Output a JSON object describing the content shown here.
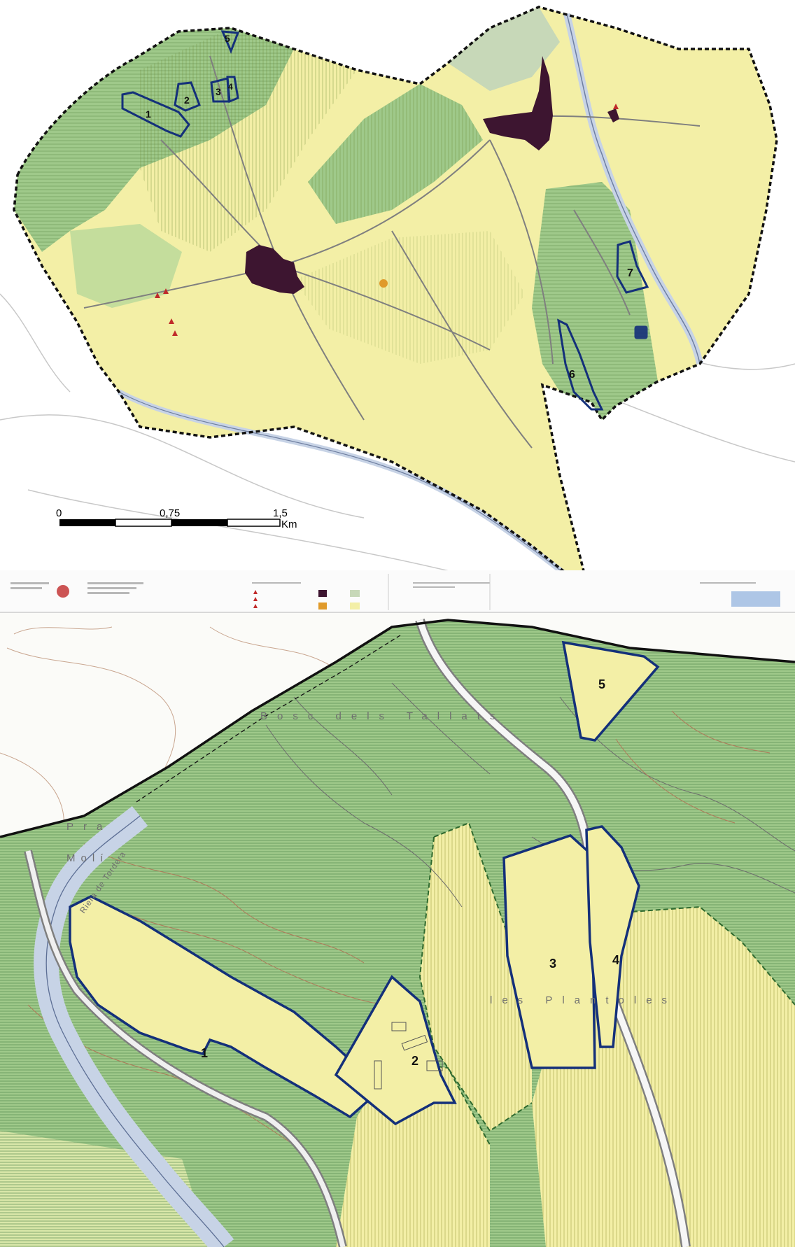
{
  "overview_map": {
    "zones": [
      {
        "id": "1",
        "label": "1"
      },
      {
        "id": "2",
        "label": "2"
      },
      {
        "id": "3",
        "label": "3"
      },
      {
        "id": "4",
        "label": "4"
      },
      {
        "id": "5",
        "label": "5"
      },
      {
        "id": "6",
        "label": "6"
      },
      {
        "id": "7",
        "label": "7"
      }
    ],
    "scale_bar": {
      "tick_0": "0",
      "tick_mid": "0,75",
      "tick_end": "1,5",
      "unit": "Km"
    }
  },
  "detail_map": {
    "zones": [
      {
        "id": "1",
        "label": "1"
      },
      {
        "id": "2",
        "label": "2"
      },
      {
        "id": "3",
        "label": "3"
      },
      {
        "id": "4",
        "label": "4"
      },
      {
        "id": "5",
        "label": "5"
      }
    ],
    "place_names": {
      "bosc": "Bosc dels Tallats",
      "plantoles": "les Plantoles",
      "pra": "Pra",
      "moli": "Molí",
      "riera": "Riera de Tordera"
    }
  },
  "colors": {
    "forest_green": "#9fc98a",
    "crop_yellow": "#f3efa6",
    "zone_outline": "#14307a",
    "urban": "#3d1530",
    "boundary": "#111111",
    "river": "#c7d3e6"
  }
}
